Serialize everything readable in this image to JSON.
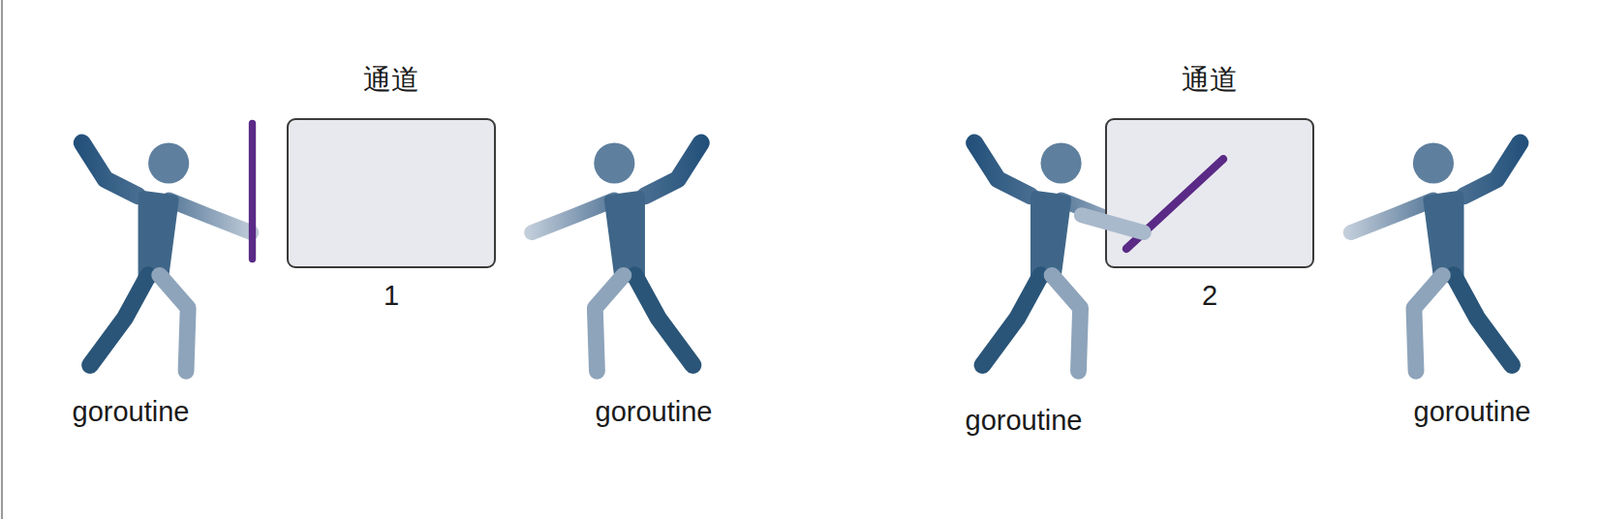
{
  "diagram": {
    "nodes": [
      {
        "text": [
          "通道",
          "1"
        ]
      },
      {
        "text": [
          "通道",
          "2"
        ]
      }
    ],
    "labels": [
      "goroutine",
      "goroutine",
      "goroutine",
      "goroutine"
    ]
  }
}
